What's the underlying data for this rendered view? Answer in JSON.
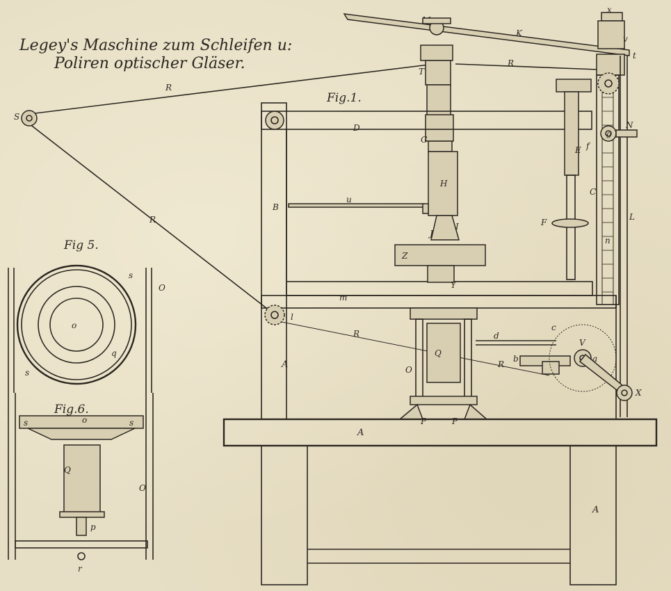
{
  "title": {
    "line1": "Legey's Maschine zum Schleifen u:",
    "line2": "Poliren optischer Gläser."
  },
  "figures": {
    "fig1": "Fig.1.",
    "fig5": "Fig 5.",
    "fig6": "Fig.6."
  },
  "labels": {
    "R": "R",
    "S": "S",
    "K": "K",
    "M": "M",
    "x": "x",
    "v": "v",
    "t": "t",
    "T": "T",
    "U": "U",
    "D": "D",
    "G": "G",
    "g": "g",
    "N": "N",
    "f": "f",
    "E": "E",
    "C": "C",
    "H": "H",
    "u": "u",
    "B": "B",
    "F": "F",
    "L": "L",
    "J": "J",
    "I": "I",
    "n": "n",
    "Z": "Z",
    "Y": "Y",
    "m": "m",
    "l": "l",
    "A": "A",
    "Q": "Q",
    "O": "O",
    "d": "d",
    "c": "c",
    "V": "V",
    "a": "a",
    "b": "b",
    "X": "X",
    "P": "P",
    "o": "o",
    "q": "q",
    "s": "s",
    "p": "p",
    "r": "r"
  }
}
